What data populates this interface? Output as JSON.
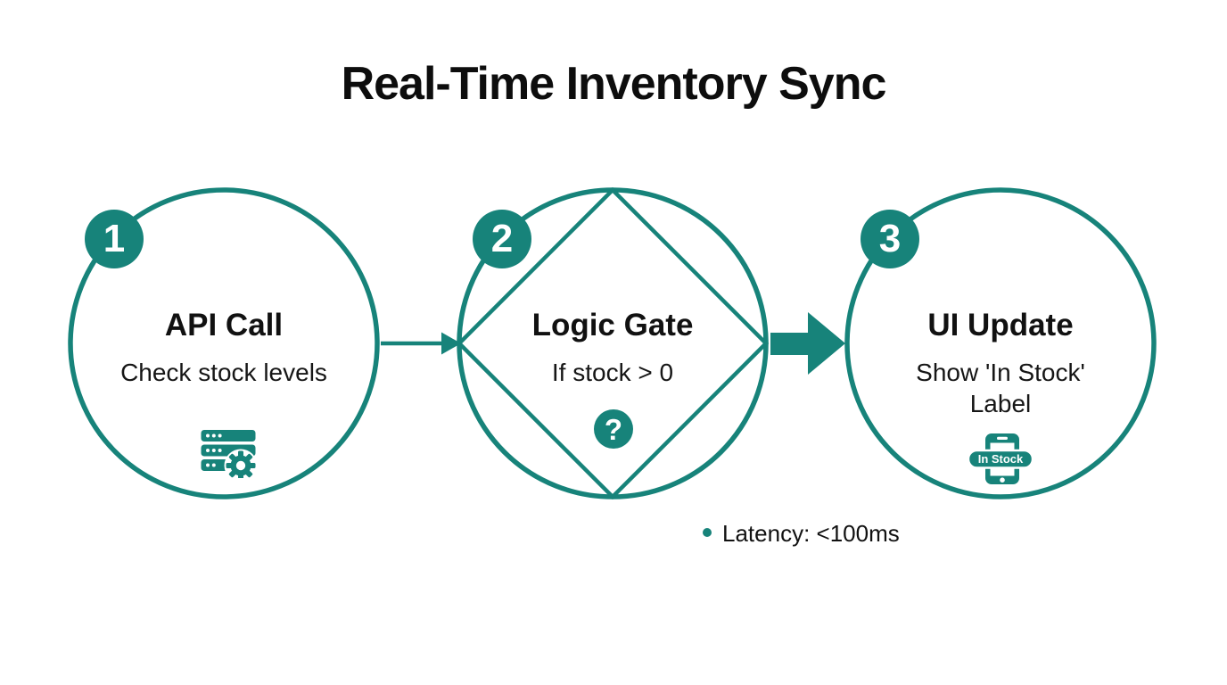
{
  "title": "Real-Time Inventory Sync",
  "colors": {
    "accent": "#17837A",
    "text": "#111111",
    "background": "#FFFFFF"
  },
  "steps": [
    {
      "number": "1",
      "title": "API Call",
      "subtitle": "Check stock levels",
      "icon": "server-gear-icon"
    },
    {
      "number": "2",
      "title": "Logic Gate",
      "subtitle": "If stock > 0",
      "badge": "?",
      "icon": "question-badge-icon"
    },
    {
      "number": "3",
      "title": "UI Update",
      "subtitle": "Show 'In Stock' Label",
      "icon": "smartphone-icon",
      "phone_label": "In Stock"
    }
  ],
  "note": {
    "text": "Latency: <100ms"
  }
}
